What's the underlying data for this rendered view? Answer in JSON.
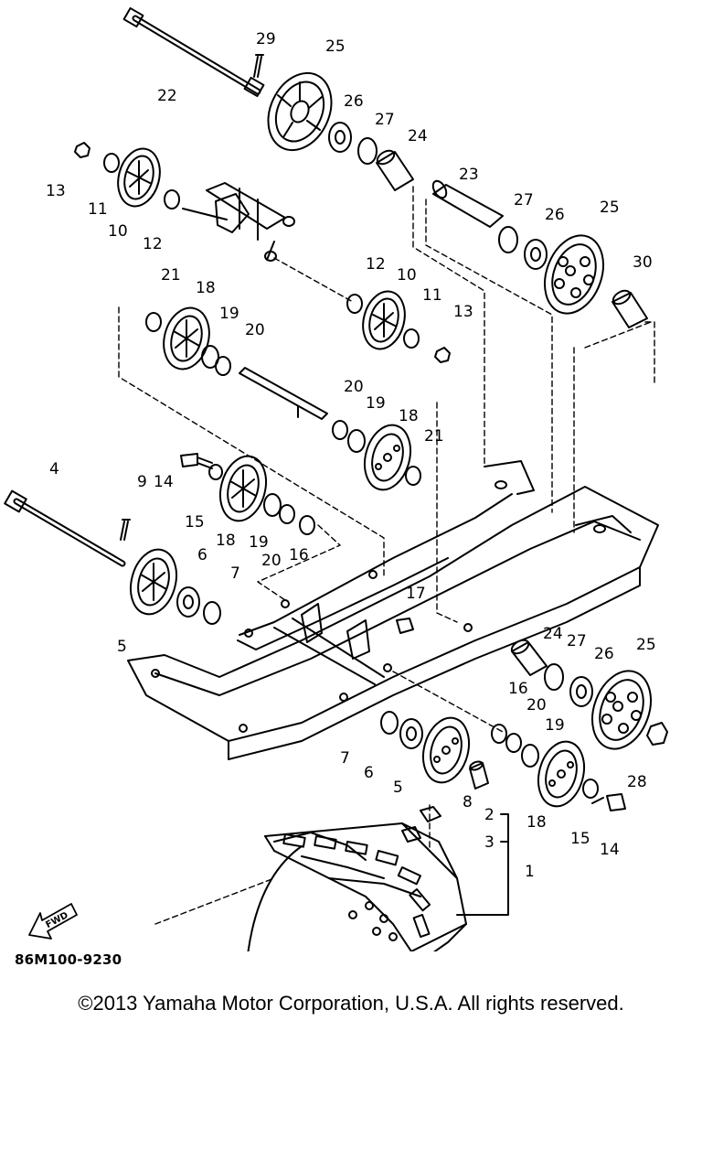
{
  "diagram": {
    "drawing_code": "86M100-9230",
    "copyright": "©2013 Yamaha Motor Corporation, U.S.A. All rights reserved.",
    "fwd_label": "FWD",
    "callouts": [
      "29",
      "25",
      "22",
      "26",
      "27",
      "24",
      "13",
      "11",
      "10",
      "12",
      "23",
      "27",
      "26",
      "25",
      "30",
      "21",
      "18",
      "12",
      "10",
      "11",
      "13",
      "19",
      "20",
      "20",
      "19",
      "18",
      "21",
      "4",
      "9",
      "14",
      "15",
      "18",
      "19",
      "20",
      "16",
      "6",
      "7",
      "17",
      "5",
      "24",
      "27",
      "26",
      "25",
      "16",
      "20",
      "19",
      "7",
      "6",
      "5",
      "8",
      "28",
      "2",
      "18",
      "15",
      "14",
      "3",
      "1"
    ]
  }
}
